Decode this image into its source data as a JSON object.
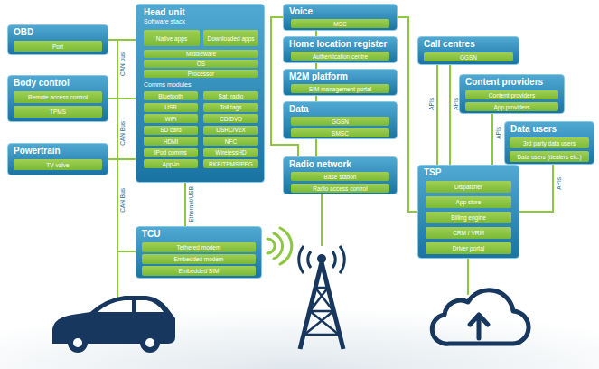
{
  "diagram": {
    "nodes": [
      {
        "text": [
          "OBD"
        ]
      },
      {
        "text": [
          "Port"
        ],
        "in": 0
      },
      {
        "text": [
          "Body control"
        ]
      },
      {
        "text": [
          "Remote access control"
        ],
        "in": 2
      },
      {
        "text": [
          "TPMS"
        ],
        "in": 2
      },
      {
        "text": [
          "Powertrain"
        ]
      },
      {
        "text": [
          "TV valve"
        ],
        "in": 5
      },
      {
        "text": [
          "Head unit",
          "Software stack",
          "Comms modules"
        ]
      },
      {
        "text": [
          "Native apps"
        ],
        "in": 7
      },
      {
        "text": [
          "Downloaded apps"
        ],
        "in": 7
      },
      {
        "text": [
          "Middleware"
        ],
        "in": 7
      },
      {
        "text": [
          "OS"
        ],
        "in": 7
      },
      {
        "text": [
          "Processor"
        ],
        "in": 7
      },
      {
        "text": [
          "Bluetooth"
        ],
        "in": 7
      },
      {
        "text": [
          "Sat. radio"
        ],
        "in": 7
      },
      {
        "text": [
          "USB"
        ],
        "in": 7
      },
      {
        "text": [
          "Toll tags"
        ],
        "in": 7
      },
      {
        "text": [
          "WiFi"
        ],
        "in": 7
      },
      {
        "text": [
          "CD/DVD"
        ],
        "in": 7
      },
      {
        "text": [
          "SD card"
        ],
        "in": 7
      },
      {
        "text": [
          "DSRC/V2X"
        ],
        "in": 7
      },
      {
        "text": [
          "HDMI"
        ],
        "in": 7
      },
      {
        "text": [
          "NFC"
        ],
        "in": 7
      },
      {
        "text": [
          "iPod comms"
        ],
        "in": 7
      },
      {
        "text": [
          "WirelessHD"
        ],
        "in": 7
      },
      {
        "text": [
          "App-in"
        ],
        "in": 7
      },
      {
        "text": [
          "RKE/TPMS/PEG"
        ],
        "in": 7
      },
      {
        "text": [
          "TCU"
        ]
      },
      {
        "text": [
          "Tethered modem"
        ],
        "in": 27
      },
      {
        "text": [
          "Embedded modem"
        ],
        "in": 27
      },
      {
        "text": [
          "Embedded SIM"
        ],
        "in": 27
      },
      {
        "text": [
          "Voice"
        ]
      },
      {
        "text": [
          "MSC"
        ],
        "in": 31
      },
      {
        "text": [
          "Home location register"
        ]
      },
      {
        "text": [
          "Authentication centre"
        ],
        "in": 33
      },
      {
        "text": [
          "M2M platform"
        ]
      },
      {
        "text": [
          "SIM management portal"
        ],
        "in": 35
      },
      {
        "text": [
          "Data"
        ]
      },
      {
        "text": [
          "GGSN"
        ],
        "in": 37
      },
      {
        "text": [
          "SMSC"
        ],
        "in": 37
      },
      {
        "text": [
          "Radio network"
        ]
      },
      {
        "text": [
          "Base station"
        ],
        "in": 40
      },
      {
        "text": [
          "Radio access control"
        ],
        "in": 40
      },
      {
        "text": [
          "Call centres"
        ]
      },
      {
        "text": [
          "GGSN"
        ],
        "in": 43
      },
      {
        "text": [
          "Content providers"
        ]
      },
      {
        "text": [
          "Content providers"
        ],
        "in": 45
      },
      {
        "text": [
          "App providers"
        ],
        "in": 45
      },
      {
        "text": [
          "Data users"
        ]
      },
      {
        "text": [
          "3rd party data users"
        ],
        "in": 48
      },
      {
        "text": [
          "Data users (dealers etc.)"
        ],
        "in": 48
      },
      {
        "text": [
          "TSP"
        ]
      },
      {
        "text": [
          "Dispatcher"
        ],
        "in": 51
      },
      {
        "text": [
          "App store"
        ],
        "in": 51
      },
      {
        "text": [
          "Billing engine"
        ],
        "in": 51
      },
      {
        "text": [
          "CRM / VRM"
        ],
        "in": 51
      },
      {
        "text": [
          "Driver portal"
        ],
        "in": 51
      }
    ],
    "edges": [
      {
        "from": 0,
        "to": 7,
        "arrow": "none"
      },
      {
        "from": 2,
        "to": 7,
        "arrow": "none"
      },
      {
        "from": 5,
        "to": 7,
        "arrow": "none"
      },
      {
        "from": 7,
        "to": 27,
        "label": "Ethernet/USB",
        "arrow": "none"
      },
      {
        "from": 31,
        "to": 33,
        "arrow": "none"
      },
      {
        "from": 33,
        "to": 35,
        "arrow": "none"
      },
      {
        "from": 35,
        "to": 37,
        "arrow": "none"
      },
      {
        "from": 37,
        "to": 40,
        "arrow": "none"
      },
      {
        "from": 31,
        "to": 51,
        "arrow": "none"
      },
      {
        "from": 43,
        "to": 51,
        "label": "APIs",
        "arrow": "none"
      },
      {
        "from": 43,
        "to": 51,
        "label": "APIs",
        "arrow": "none"
      },
      {
        "from": 45,
        "to": 51,
        "label": "APIs",
        "arrow": "none"
      },
      {
        "from": 48,
        "to": 51,
        "label": "APIs",
        "arrow": "none"
      },
      {
        "from": 31,
        "to": 40,
        "arrow": "none"
      }
    ],
    "labels": [
      "CAN bus",
      "CAN Bus",
      "CAN Bus"
    ]
  }
}
